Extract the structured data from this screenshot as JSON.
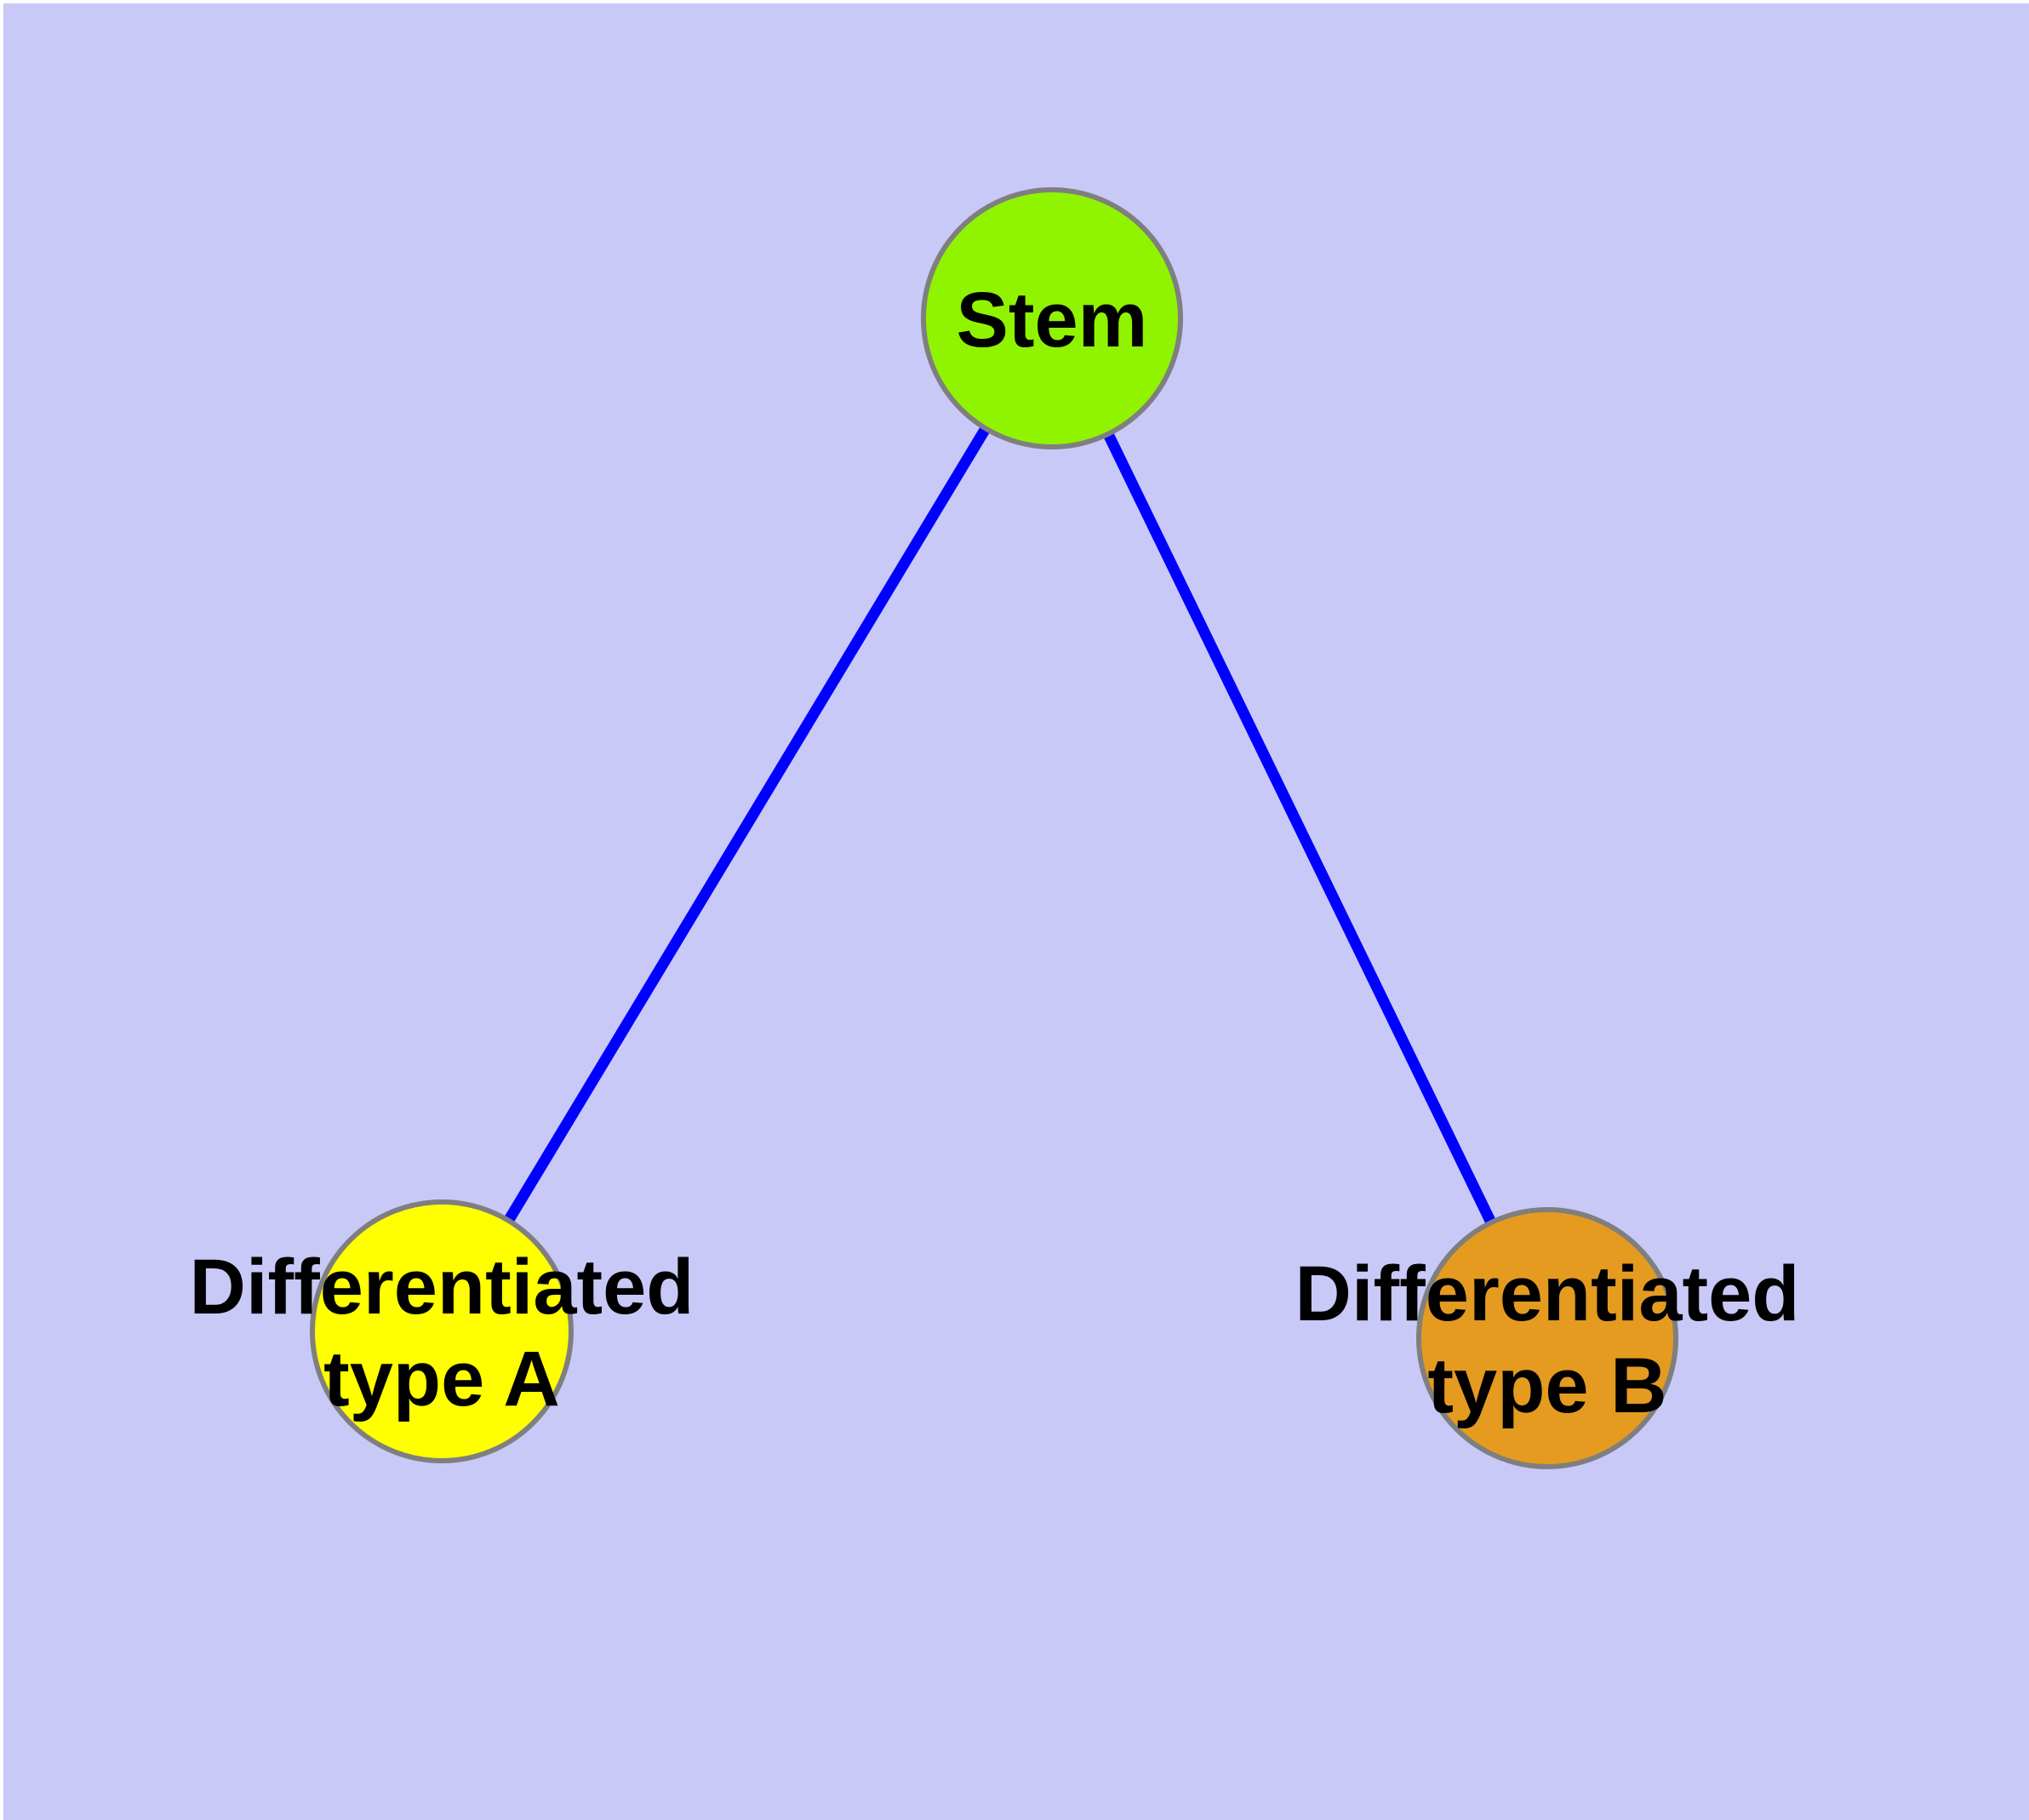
{
  "diagram": {
    "type": "graph",
    "description": "Stem cell differentiation tree with one root node and two leaf nodes"
  },
  "colors": {
    "background": "#c9c9f8",
    "page_edge": "#ffffff",
    "node_border": "#7f7f7f",
    "edge": "#0000ff",
    "text": "#000000",
    "stem_fill": "#90f400",
    "type_a_fill": "#ffff00",
    "type_b_fill": "#e49b1f"
  },
  "nodes": {
    "stem": {
      "label": "Stem",
      "fill": "#90f400"
    },
    "type_a": {
      "label": "Differentiated type A",
      "label_line1": "Differentiated",
      "label_line2": "type A",
      "fill": "#ffff00"
    },
    "type_b": {
      "label": "Differentiated type B",
      "label_line1": "Differentiated",
      "label_line2": "type B",
      "fill": "#e49b1f"
    }
  },
  "edges": [
    {
      "from": "stem",
      "to": "type_a"
    },
    {
      "from": "stem",
      "to": "type_b"
    }
  ]
}
